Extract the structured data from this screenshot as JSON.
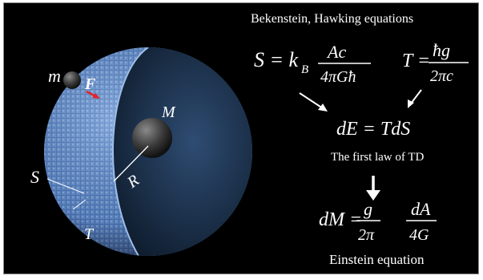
{
  "header": {
    "title": "Bekenstein, Hawking equations"
  },
  "sphere_labels": {
    "m": "m",
    "F": "F",
    "M": "M",
    "R": "R",
    "S": "S",
    "T": "T"
  },
  "equations": {
    "entropy": {
      "lhs": "S = k",
      "sub": "B",
      "num": "Ac",
      "den": "4πGħ"
    },
    "temperature": {
      "lhs": "T =",
      "num": "ħg",
      "den": "2πc"
    },
    "first_law": {
      "eq": "dE = TdS",
      "caption": "The first law of TD"
    },
    "einstein": {
      "lhs": "dM =",
      "num1": "g",
      "den1": "2π",
      "num2": "dA",
      "den2": "4G",
      "caption": "Einstein  equation"
    }
  },
  "colors": {
    "background": "#000000",
    "sphere_surface": "#5b86c8",
    "sphere_interior": "#1f3550",
    "mass_ball": "#3a3a3a",
    "force_arrow": "#e0242a",
    "text": "#ffffff"
  }
}
